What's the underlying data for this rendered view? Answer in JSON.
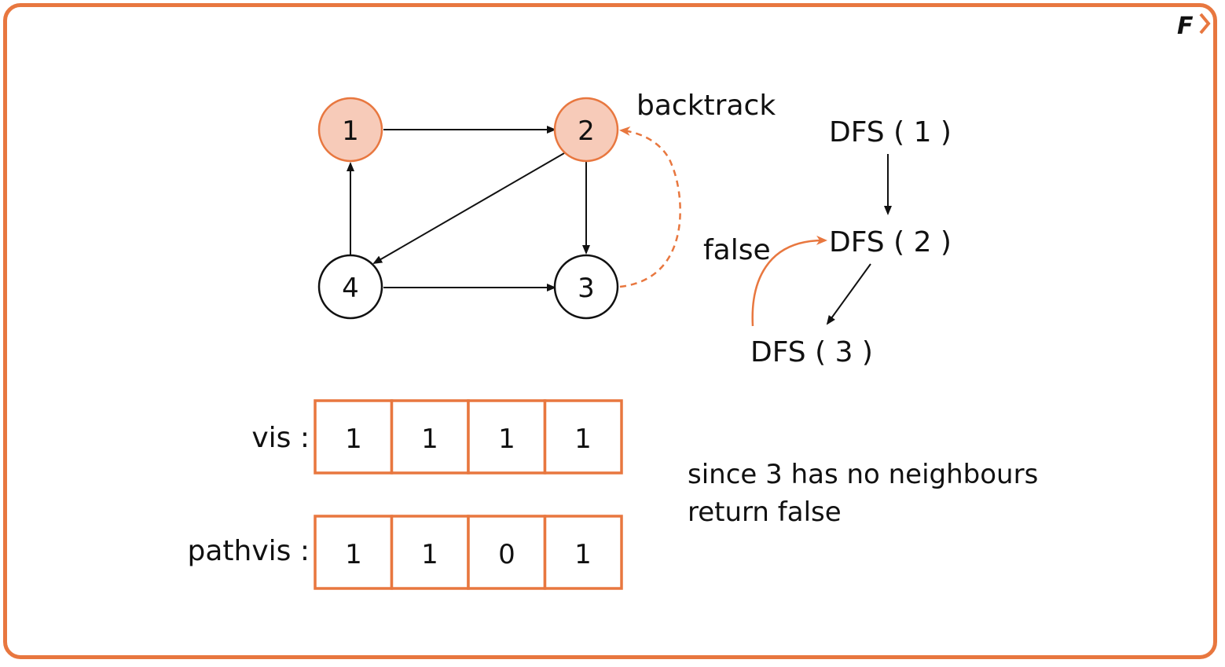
{
  "colors": {
    "accent": "#e8773f",
    "visited_fill": "#f7cbb9",
    "stroke": "#111111"
  },
  "nodes": [
    {
      "id": "1",
      "label": "1",
      "visited": true
    },
    {
      "id": "2",
      "label": "2",
      "visited": true
    },
    {
      "id": "3",
      "label": "3",
      "visited": false
    },
    {
      "id": "4",
      "label": "4",
      "visited": false
    }
  ],
  "edges": [
    {
      "from": "1",
      "to": "2"
    },
    {
      "from": "2",
      "to": "4"
    },
    {
      "from": "2",
      "to": "3"
    },
    {
      "from": "4",
      "to": "1"
    },
    {
      "from": "4",
      "to": "3"
    }
  ],
  "backtrack_label": "backtrack",
  "call_stack": {
    "dfs1": "DFS ( 1 )",
    "dfs2": "DFS ( 2 )",
    "dfs3": "DFS ( 3 )",
    "return_label": "false"
  },
  "arrays": {
    "vis": {
      "label": "vis :",
      "values": [
        "1",
        "1",
        "1",
        "1"
      ]
    },
    "pathvis": {
      "label": "pathvis :",
      "values": [
        "1",
        "1",
        "0",
        "1"
      ]
    }
  },
  "note": {
    "line1": "since 3 has no neighbours",
    "line2": "return false"
  },
  "logo": {
    "letter": "F"
  }
}
